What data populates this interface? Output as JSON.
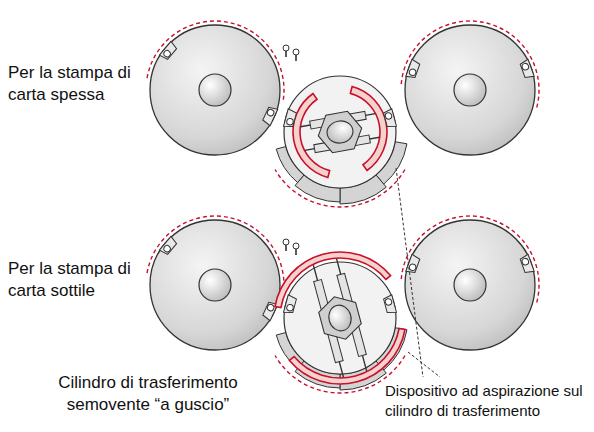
{
  "diagram": {
    "labels": [
      "Per la stampa di carta spessa",
      "Per la stampa di carta sottile",
      "Cilindro di trasferimento semovente “a guscio”",
      "Dispositivo ad aspirazione sul cilindro di trasferimento"
    ]
  }
}
